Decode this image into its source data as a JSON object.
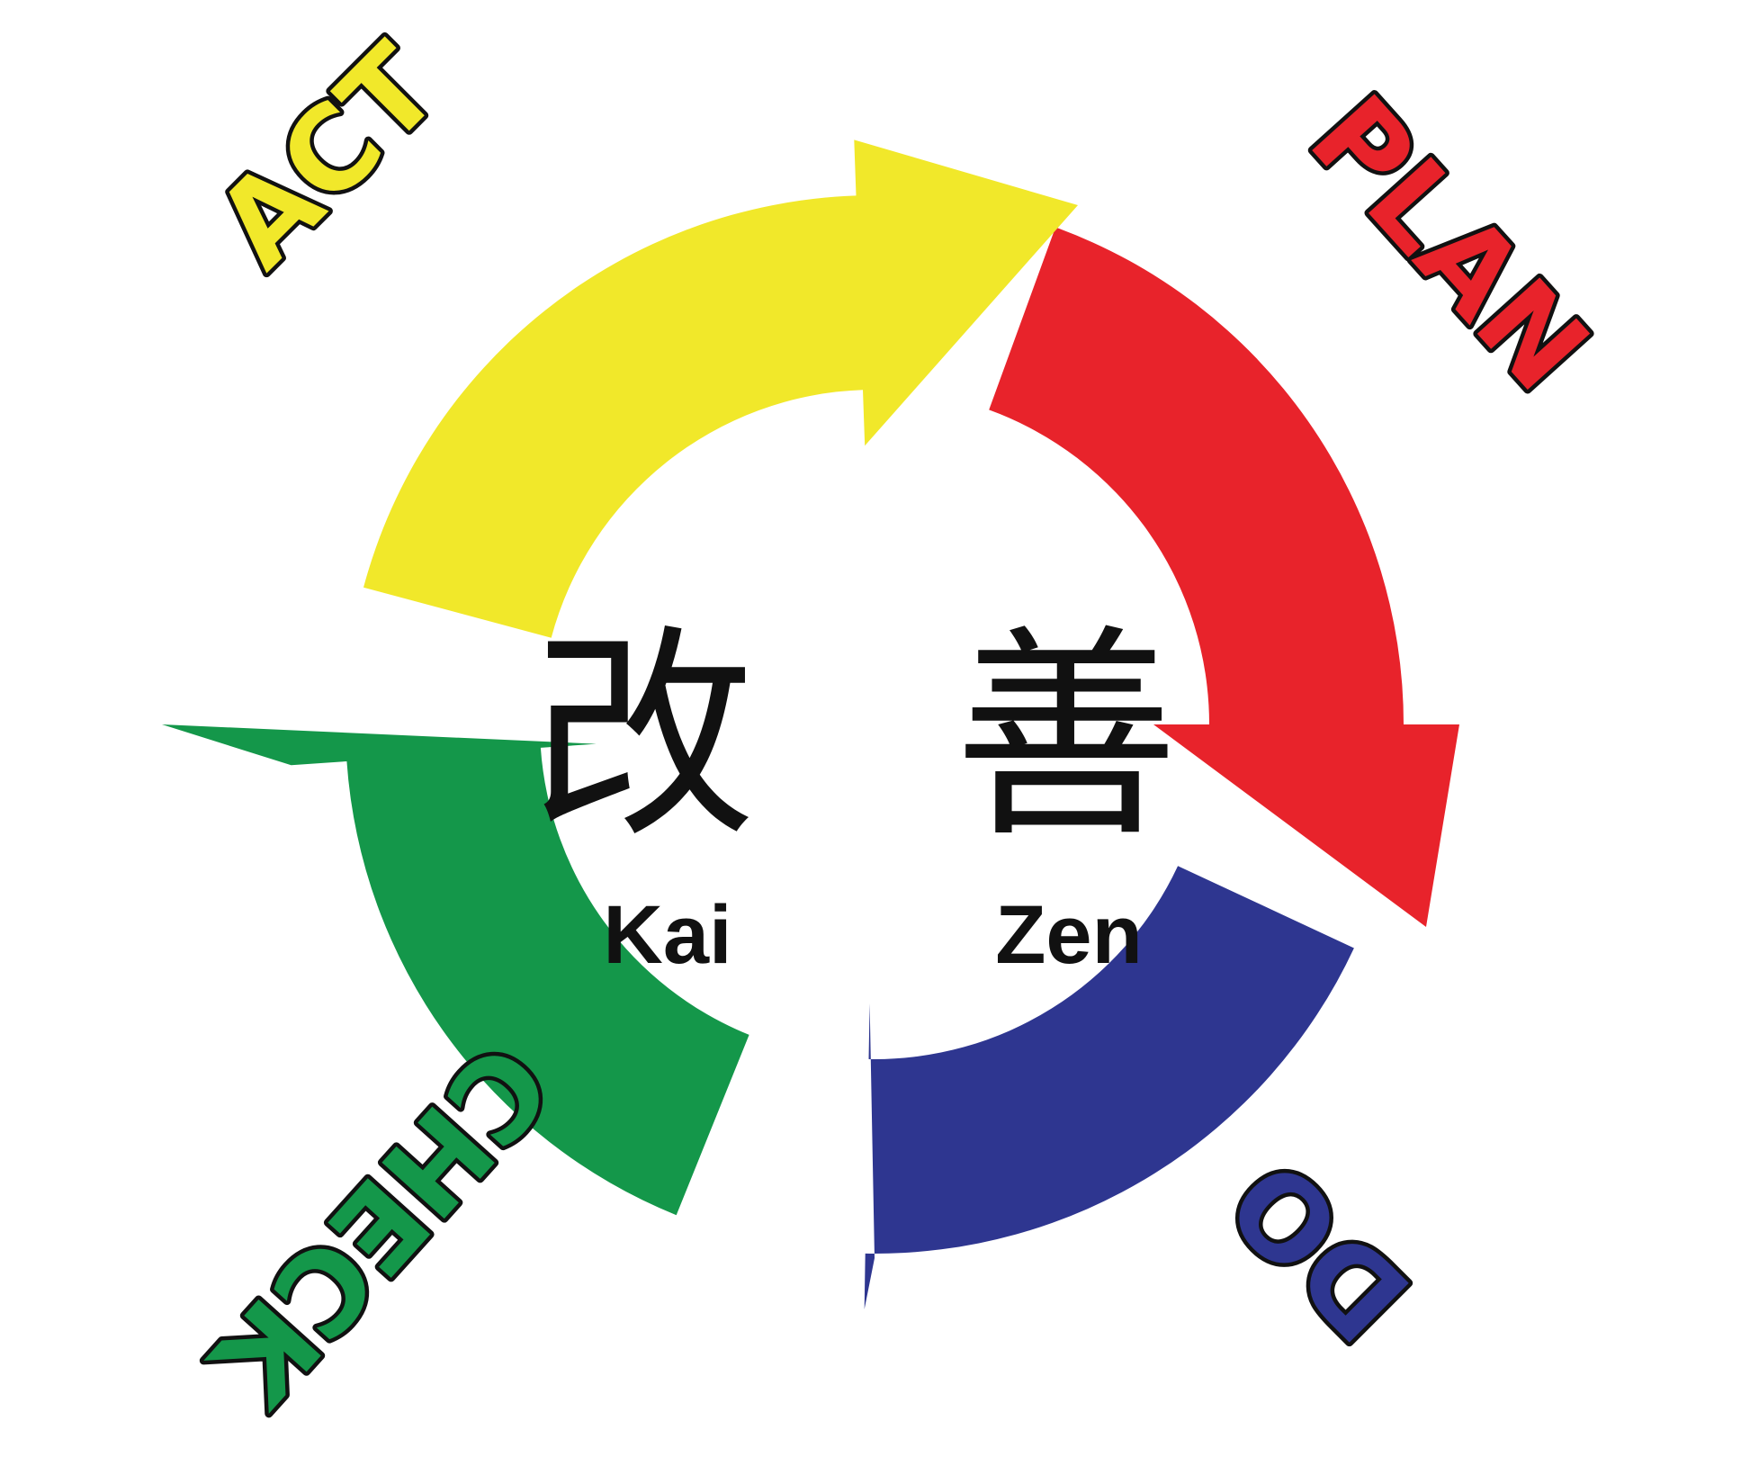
{
  "diagram": {
    "center_kanji": [
      "改",
      "善"
    ],
    "center_romaji": [
      "Kai",
      "Zen"
    ],
    "stages": [
      {
        "label": "PLAN",
        "color": "#E8232B",
        "text_color": "#E8232B"
      },
      {
        "label": "DO",
        "color": "#2E3690",
        "text_color": "#2E3690"
      },
      {
        "label": "CHECK",
        "color": "#14974A",
        "text_color": "#14974A"
      },
      {
        "label": "ACT",
        "color": "#F1E82A",
        "text_color": "#F1E82A"
      }
    ],
    "outline_color": "#111111",
    "background": "#FFFFFF"
  }
}
